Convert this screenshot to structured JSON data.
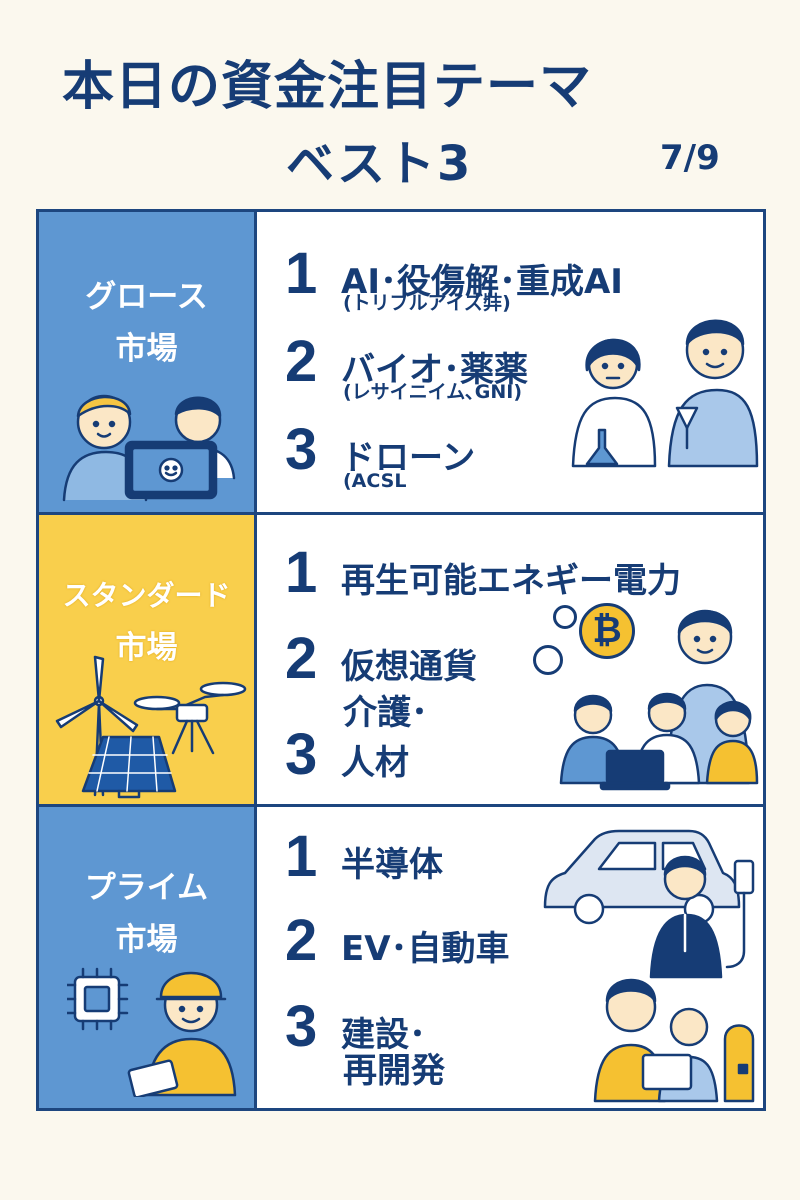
{
  "header": {
    "title_line1": "本日の資金注目テーマ",
    "title_line2": "ベスト3",
    "date": "7/9"
  },
  "colors": {
    "navy": "#163c75",
    "blue_panel": "#5e97d2",
    "yellow_panel": "#f9cf4c",
    "background": "#fbf8ee"
  },
  "sections": [
    {
      "market_line1": "グロース",
      "market_line2": "市場",
      "items": [
        {
          "rank": "1",
          "theme": "AI･役傷解･重成AI",
          "note": "(トリブルアイズ弉)"
        },
        {
          "rank": "2",
          "theme": "バイオ･薬薬",
          "note": "(レサイニイム､GNI)"
        },
        {
          "rank": "3",
          "theme": "ドローン",
          "note": "(ACSL"
        }
      ]
    },
    {
      "market_line1": "スタンダード",
      "market_line2": "市場",
      "items": [
        {
          "rank": "1",
          "theme": "再生可能エネギー電力"
        },
        {
          "rank": "2",
          "theme": "仮想通貨"
        },
        {
          "rank": "3",
          "theme_line1": "介護･",
          "theme_line2": "人材"
        }
      ],
      "coin_symbol": "₿"
    },
    {
      "market_line1": "プライム",
      "market_line2": "市場",
      "items": [
        {
          "rank": "1",
          "theme": "半導体"
        },
        {
          "rank": "2",
          "theme": "EV･自動車"
        },
        {
          "rank": "3",
          "theme_line1": "建設･",
          "theme_line2": "再開発"
        }
      ]
    }
  ]
}
